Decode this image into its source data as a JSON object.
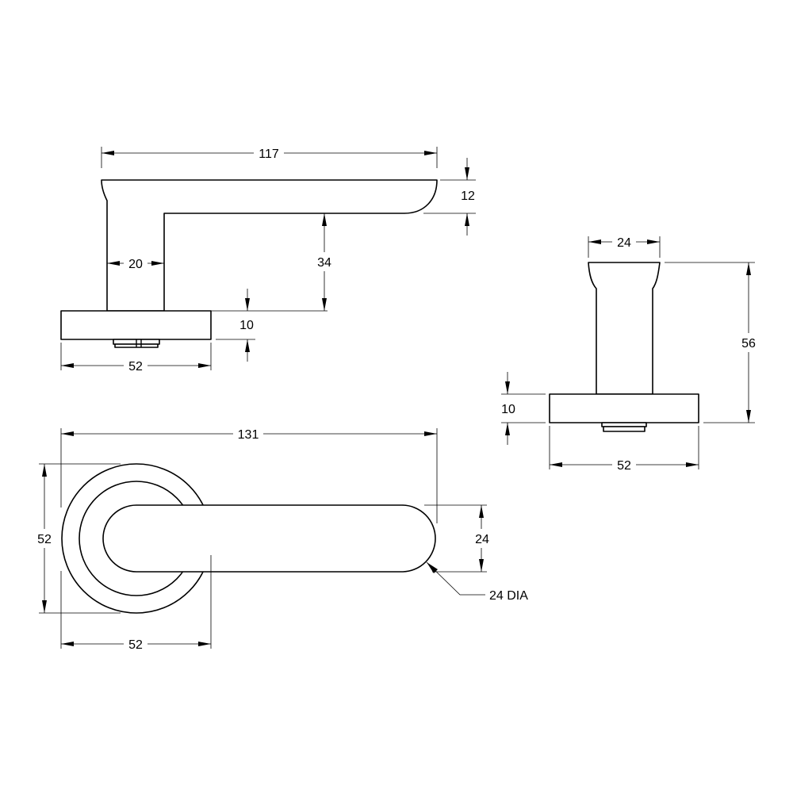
{
  "side_view": {
    "length_label": "117",
    "thickness_label": "12",
    "neck_width_label": "20",
    "projection_label": "34",
    "rose_thickness_label": "10",
    "rose_width_label": "52"
  },
  "end_view": {
    "grip_width_label": "24",
    "height_label": "56",
    "rose_thickness_label": "10",
    "rose_width_label": "52"
  },
  "plan_view": {
    "length_label": "131",
    "rose_height_label": "52",
    "rose_width_label": "52",
    "grip_height_label": "24",
    "tip_label": "24 DIA"
  }
}
